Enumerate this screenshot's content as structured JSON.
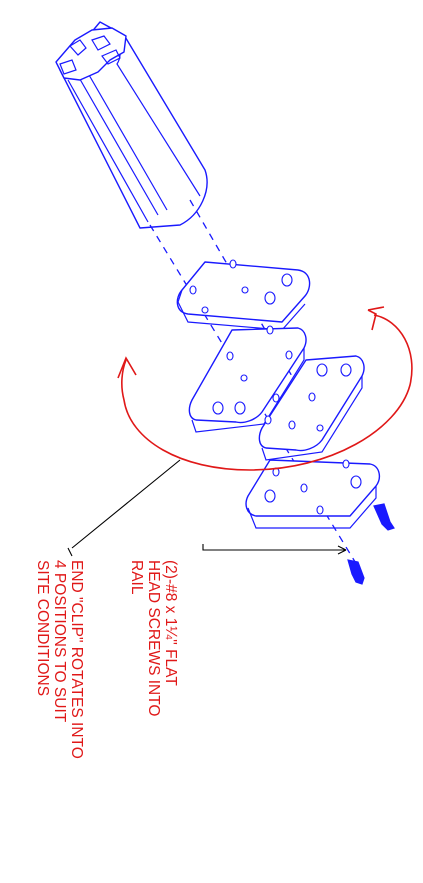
{
  "colors": {
    "drawing": "#1a1aff",
    "note_text": "#e01818",
    "rotation_arrow": "#e01818",
    "leader": "#000000",
    "background": "#ffffff"
  },
  "notes": {
    "clip_rotation": {
      "lines": [
        "END \"CLIP\" ROTATES INTO",
        "4 POSITIONS TO SUIT",
        "SITE CONDITIONS"
      ]
    },
    "screws": {
      "lines": [
        "(2)-#8 x 1¼\" FLAT",
        "HEAD SCREWS INTO",
        "RAIL"
      ]
    }
  }
}
